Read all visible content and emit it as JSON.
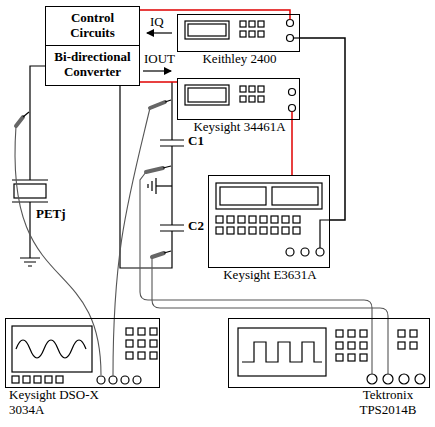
{
  "diagram": {
    "nodes": [
      {
        "text": [
          "Control Circuits"
        ]
      },
      {
        "text": [
          "Bi-directional Converter"
        ]
      },
      {
        "text": [
          "Keithley 2400"
        ]
      },
      {
        "text": [
          "Keysight 34461A"
        ]
      },
      {
        "text": [
          "Keysight E3631A"
        ]
      },
      {
        "text": [
          "Keysight DSO-X 3034A"
        ]
      },
      {
        "text": [
          "Tektronix TPS2014B"
        ]
      }
    ],
    "edges": [
      {
        "from": 0,
        "to": 2,
        "arrow": "none"
      },
      {
        "from": 1,
        "to": 3,
        "arrow": "none"
      },
      {
        "from": 3,
        "to": 4,
        "arrow": "none"
      },
      {
        "from": 2,
        "to": 4,
        "arrow": "none"
      }
    ],
    "labels": [
      "IQ",
      "IOUT",
      "PETj",
      "C1",
      "C2"
    ]
  }
}
